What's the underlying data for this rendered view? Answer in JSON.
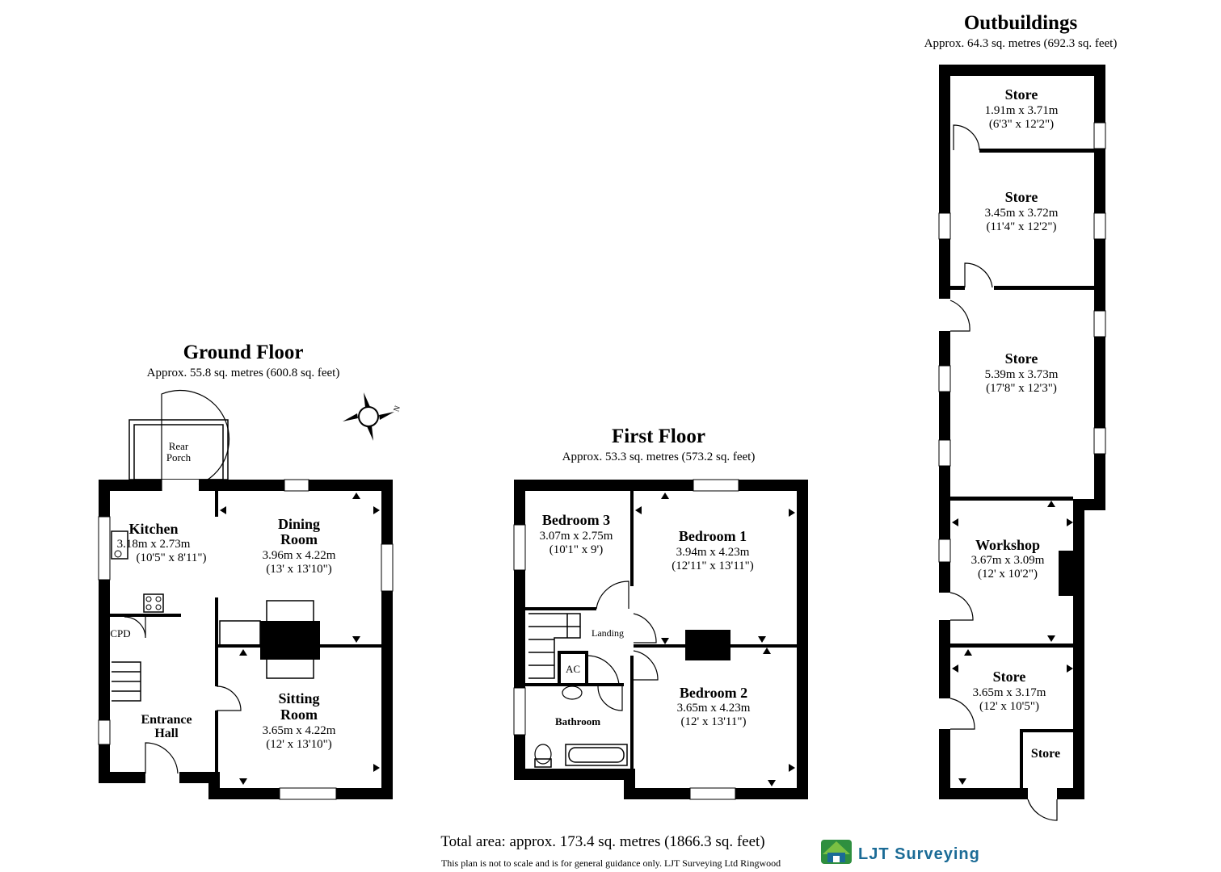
{
  "outbuildings": {
    "title": "Outbuildings",
    "area": "Approx. 64.3 sq. metres (692.3 sq. feet)",
    "rooms": [
      {
        "name": "Store",
        "metric": "1.91m x 3.71m",
        "imperial": "(6'3\" x 12'2\")"
      },
      {
        "name": "Store",
        "metric": "3.45m x 3.72m",
        "imperial": "(11'4\" x 12'2\")"
      },
      {
        "name": "Store",
        "metric": "5.39m x 3.73m",
        "imperial": "(17'8\" x 12'3\")"
      },
      {
        "name": "Workshop",
        "metric": "3.67m x 3.09m",
        "imperial": "(12' x 10'2\")"
      },
      {
        "name": "Store",
        "metric": "3.65m x 3.17m",
        "imperial": "(12' x 10'5\")"
      },
      {
        "name": "Store"
      }
    ]
  },
  "ground_floor": {
    "title": "Ground Floor",
    "area": "Approx. 55.8 sq. metres (600.8 sq. feet)",
    "rooms": {
      "kitchen": {
        "name": "Kitchen",
        "metric": "3.18m x 2.73m",
        "imperial": "(10'5\" x 8'11\")"
      },
      "dining": {
        "name_1": "Dining",
        "name_2": "Room",
        "metric": "3.96m x 4.22m",
        "imperial": "(13' x 13'10\")"
      },
      "sitting": {
        "name_1": "Sitting",
        "name_2": "Room",
        "metric": "3.65m x 4.22m",
        "imperial": "(12' x 13'10\")"
      },
      "hall": {
        "name_1": "Entrance",
        "name_2": "Hall"
      },
      "porch": {
        "name_1": "Rear",
        "name_2": "Porch"
      },
      "cpd": {
        "name": "CPD"
      }
    },
    "compass": "N"
  },
  "first_floor": {
    "title": "First Floor",
    "area": "Approx. 53.3 sq. metres (573.2 sq. feet)",
    "rooms": {
      "bed3": {
        "name": "Bedroom 3",
        "metric": "3.07m x 2.75m",
        "imperial": "(10'1\" x 9')"
      },
      "bed1": {
        "name": "Bedroom 1",
        "metric": "3.94m x 4.23m",
        "imperial": "(12'11\" x 13'11\")"
      },
      "bed2": {
        "name": "Bedroom 2",
        "metric": "3.65m x 4.23m",
        "imperial": "(12' x 13'11\")"
      },
      "landing": {
        "name": "Landing"
      },
      "ac": {
        "name": "AC"
      },
      "bathroom": {
        "name": "Bathroom"
      }
    }
  },
  "footer": {
    "total": "Total area: approx. 173.4 sq. metres (1866.3 sq. feet)",
    "disclaimer": "This plan is not to scale and is for general guidance only. LJT Surveying Ltd Ringwood",
    "logo": "LJT Surveying"
  }
}
